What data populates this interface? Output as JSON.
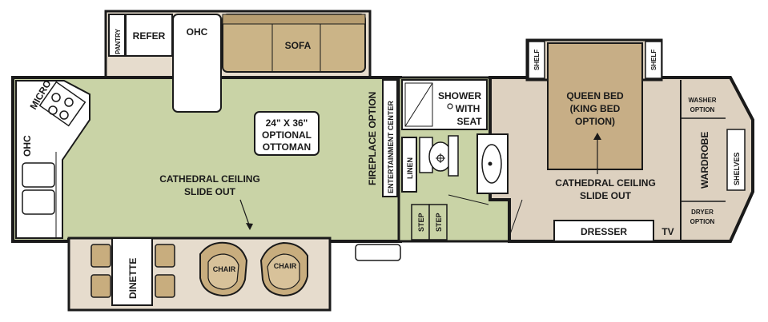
{
  "labels": {
    "pantry": "PANTRY",
    "refer": "REFER",
    "ohc_top": "OHC",
    "sofa": "SOFA",
    "micro": "MICRO",
    "ohc_left": "OHC",
    "ottoman_line1": "24\" X 36\"",
    "ottoman_line2": "OPTIONAL",
    "ottoman_line3": "OTTOMAN",
    "living_ceiling_line1": "CATHEDRAL CEILING",
    "living_ceiling_line2": "SLIDE OUT",
    "fireplace": "FIREPLACE OPTION",
    "entertainment": "ENTERTAINMENT CENTER",
    "shower_line1": "SHOWER",
    "shower_line2": "WITH",
    "shower_line3": "SEAT",
    "linen": "LINEN",
    "step1": "STEP",
    "step2": "STEP",
    "shelf_left": "SHELF",
    "shelf_right": "SHELF",
    "bed_line1": "QUEEN BED",
    "bed_line2": "(KING BED",
    "bed_line3": "OPTION)",
    "bedroom_ceiling_line1": "CATHEDRAL CEILING",
    "bedroom_ceiling_line2": "SLIDE OUT",
    "washer_line1": "WASHER",
    "washer_line2": "OPTION",
    "wardrobe": "WARDROBE",
    "shelves": "SHELVES",
    "dryer_line1": "DRYER",
    "dryer_line2": "OPTION",
    "dresser": "DRESSER",
    "tv": "TV",
    "dinette": "DINETTE",
    "chair1": "CHAIR",
    "chair2": "CHAIR"
  },
  "colors": {
    "living_floor": "#c9d3a6",
    "bedroom_floor": "#ddd1c0",
    "slide_floor": "#e6dccd",
    "sofa": "#cbb487",
    "bed": "#c7ae86",
    "chair": "#c8ad7e",
    "wall": "#1a1a1a"
  }
}
